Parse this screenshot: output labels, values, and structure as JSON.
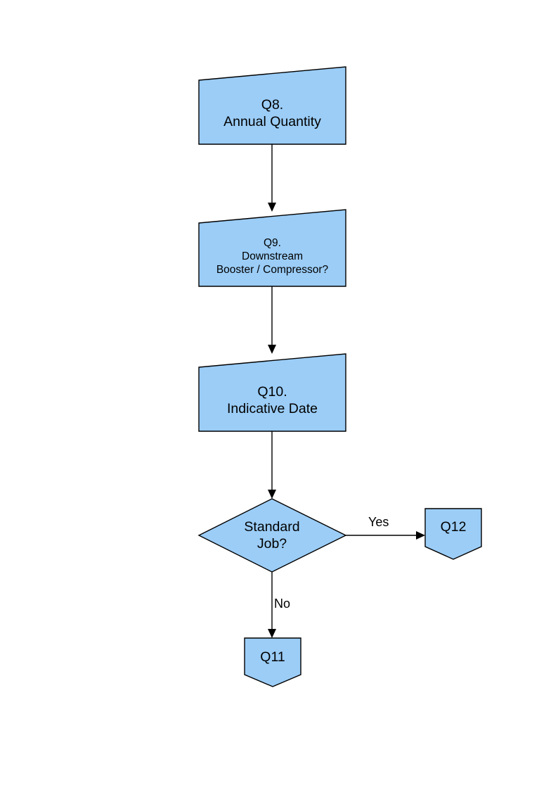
{
  "diagram": {
    "type": "flowchart",
    "background_color": "#ffffff",
    "shape_fill_color": "#9BCDF7",
    "shape_stroke_color": "#000000",
    "nodes": [
      {
        "id": "q8",
        "shape": "slanted-top-box",
        "lines": [
          "Q8.",
          "Annual Quantity"
        ],
        "text_size": "large"
      },
      {
        "id": "q9",
        "shape": "slanted-top-box",
        "lines": [
          "Q9.",
          "Downstream",
          "Booster / Compressor?"
        ],
        "text_size": "small"
      },
      {
        "id": "q10",
        "shape": "slanted-top-box",
        "lines": [
          "Q10.",
          "Indicative Date"
        ],
        "text_size": "large"
      },
      {
        "id": "decision",
        "shape": "diamond",
        "lines": [
          "Standard",
          "Job?"
        ],
        "text_size": "large"
      },
      {
        "id": "q12",
        "shape": "down-pointing-pentagon",
        "lines": [
          "Q12"
        ],
        "text_size": "large"
      },
      {
        "id": "q11",
        "shape": "down-pointing-pentagon",
        "lines": [
          "Q11"
        ],
        "text_size": "large"
      }
    ],
    "edges": [
      {
        "id": "e1",
        "from": "q8",
        "to": "q9",
        "label": ""
      },
      {
        "id": "e2",
        "from": "q9",
        "to": "q10",
        "label": ""
      },
      {
        "id": "e3",
        "from": "q10",
        "to": "decision",
        "label": ""
      },
      {
        "id": "e4",
        "from": "decision",
        "to": "q12",
        "label": "Yes"
      },
      {
        "id": "e5",
        "from": "decision",
        "to": "q11",
        "label": "No"
      }
    ]
  },
  "labels": {
    "q8_line1": "Q8.",
    "q8_line2": "Annual Quantity",
    "q9_line1": "Q9.",
    "q9_line2": "Downstream",
    "q9_line3": "Booster / Compressor?",
    "q10_line1": "Q10.",
    "q10_line2": "Indicative Date",
    "decision_line1": "Standard",
    "decision_line2": "Job?",
    "q12": "Q12",
    "q11": "Q11",
    "edge_yes": "Yes",
    "edge_no": "No"
  }
}
